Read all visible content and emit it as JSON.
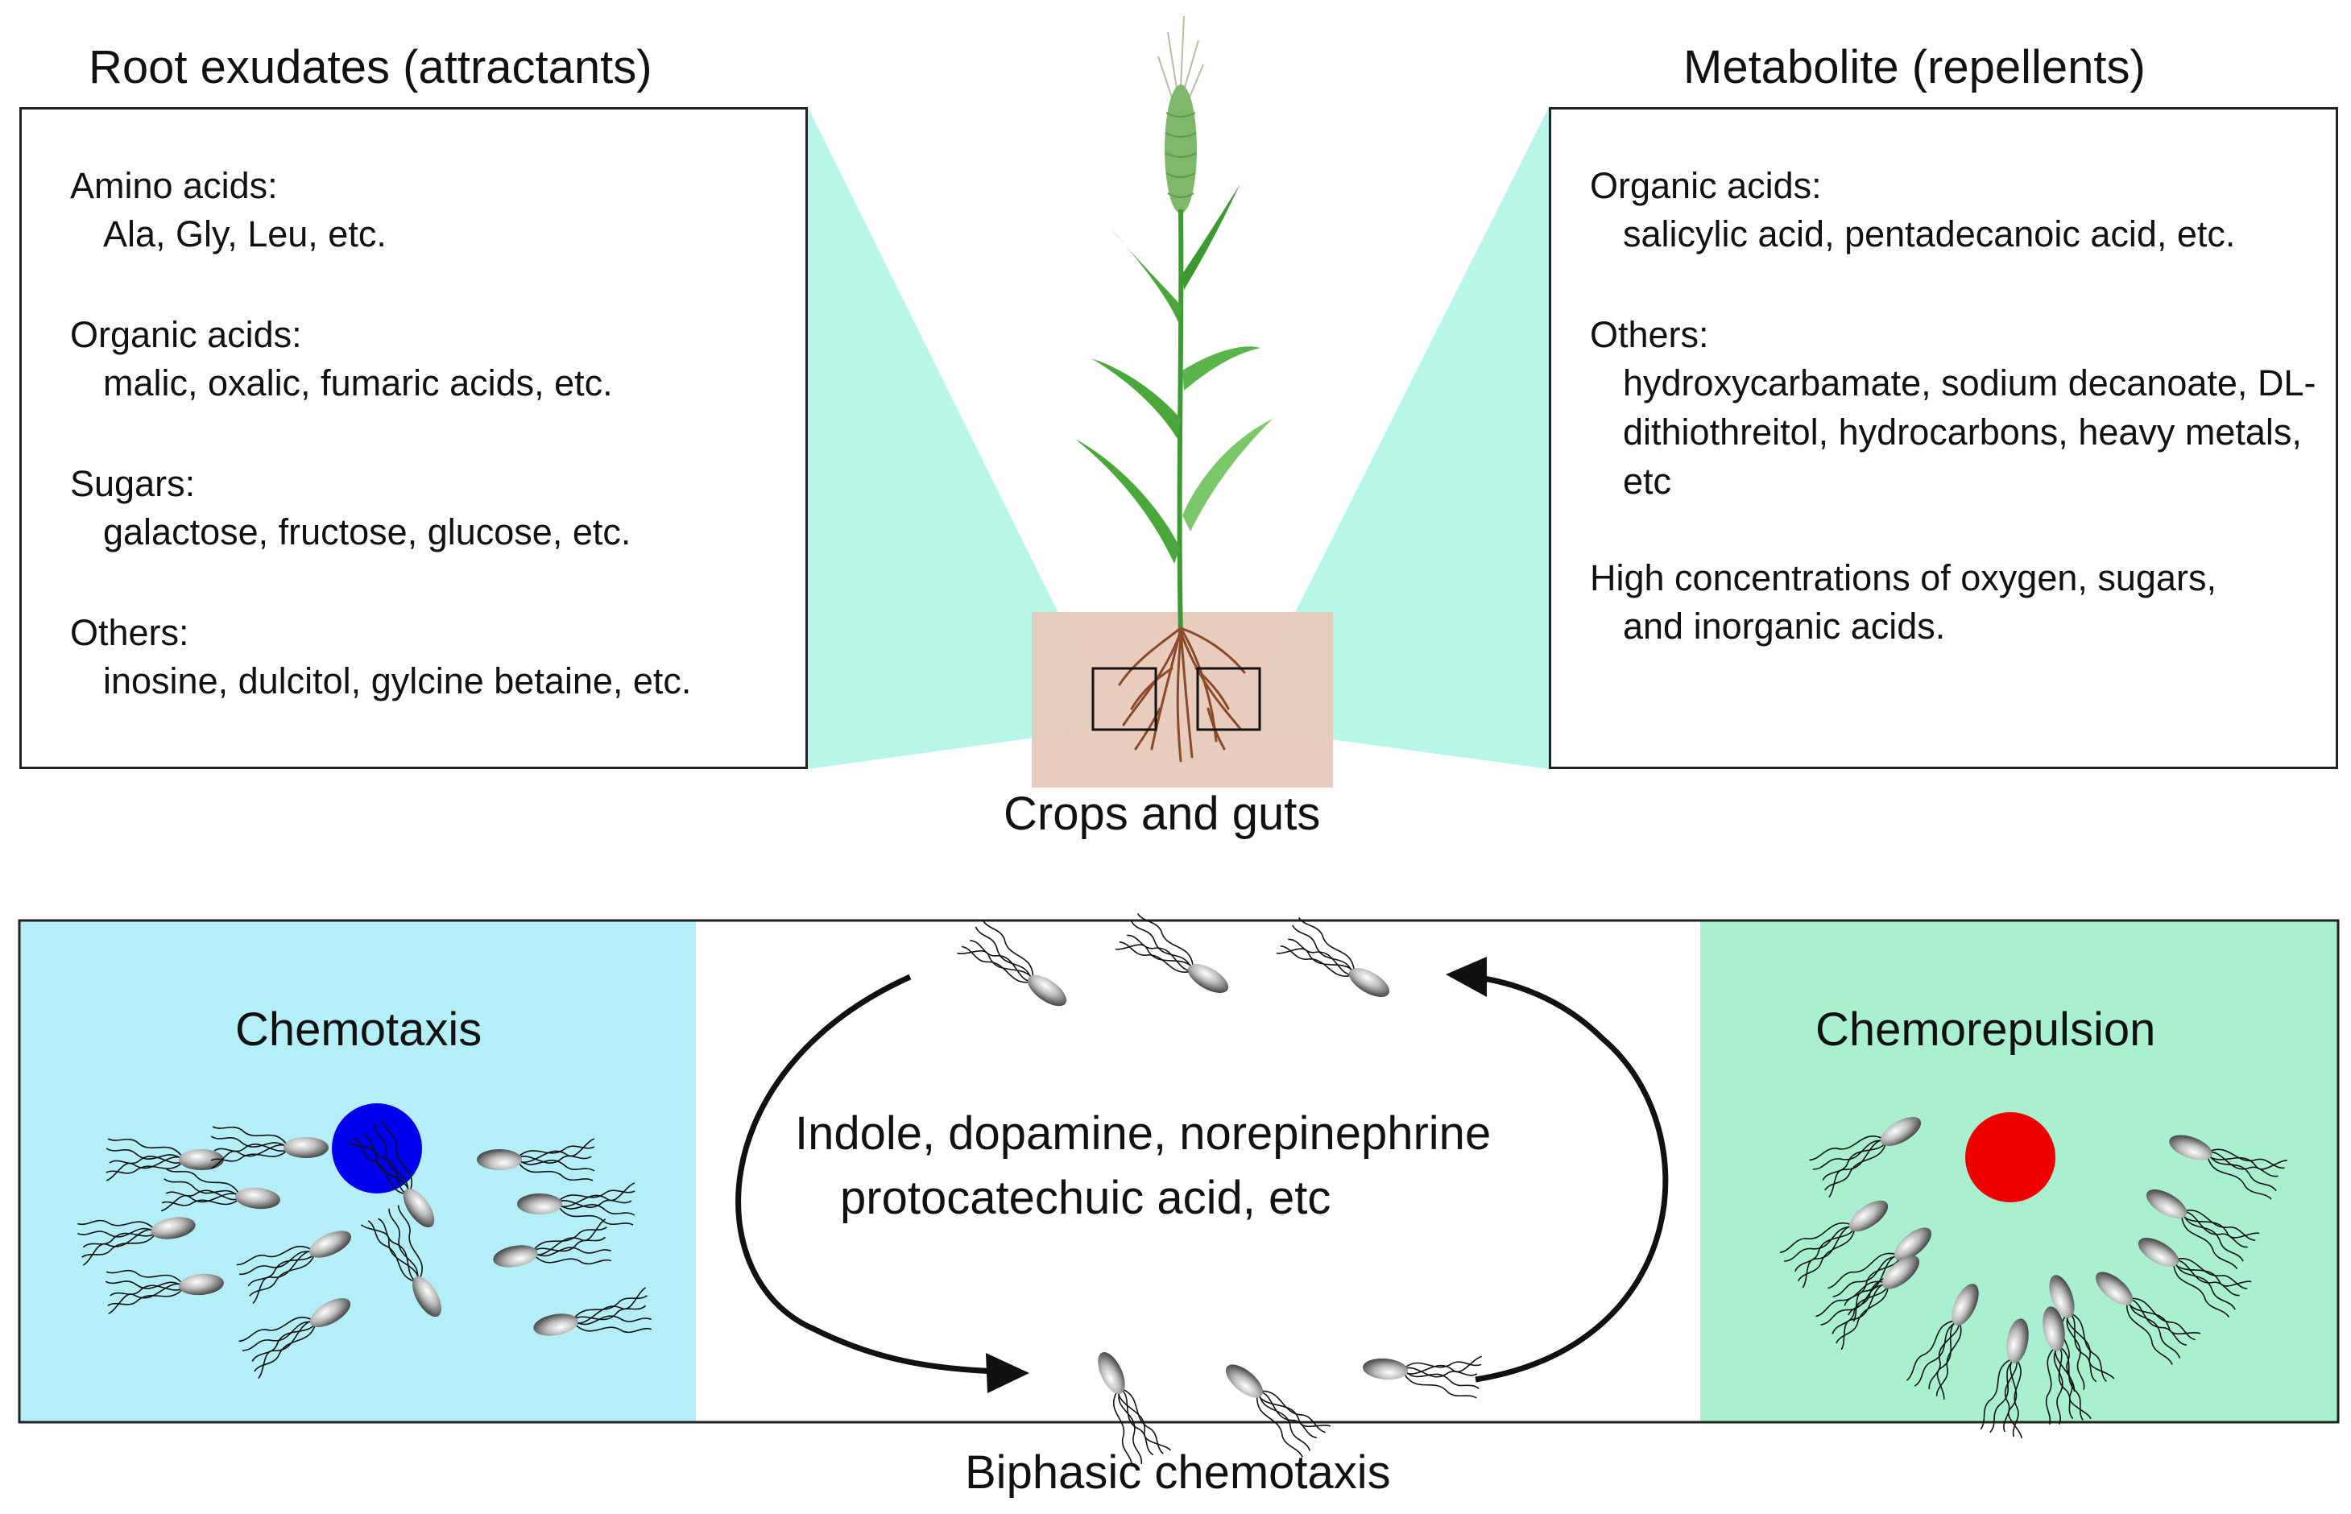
{
  "colors": {
    "cyan_panel": "#b4eef7",
    "mint_panel": "#a8f0d0",
    "funnel": "#b8f7e8",
    "soil": "#e6c9b8",
    "attractant_dot": "#0000ee",
    "repellent_dot": "#ee0000",
    "plant_green": "#4aa83a",
    "root_brown": "#8a4a2a"
  },
  "left_box": {
    "heading": "Root exudates (attractants)",
    "items": [
      {
        "title": "Amino acids:",
        "text": "Ala, Gly, Leu, etc."
      },
      {
        "title": "Organic acids:",
        "text": "malic, oxalic, fumaric acids, etc."
      },
      {
        "title": "Sugars:",
        "text": "galactose, fructose, glucose, etc."
      },
      {
        "title": "Others:",
        "text": "inosine, dulcitol, gylcine betaine, etc."
      }
    ]
  },
  "right_box": {
    "heading": "Metabolite (repellents)",
    "items": [
      {
        "title": "Organic acids:",
        "text": "salicylic acid, pentadecanoic acid, etc."
      },
      {
        "title": "Others:",
        "text": "hydroxycarbamate, sodium decanoate, DL-dithiothreitol, hydrocarbons, heavy metals, etc"
      },
      {
        "title": "High concentrations of oxygen, sugars,",
        "text": "and inorganic acids."
      }
    ]
  },
  "plant": {
    "caption": "Crops and guts",
    "icon": "wheat-plant-icon"
  },
  "bottom": {
    "left_label": "Chemotaxis",
    "right_label": "Chemorepulsion",
    "center_line1": "Indole, dopamine, norepinephrine",
    "center_line2": "protocatechuic acid, etc",
    "caption": "Biphasic chemotaxis"
  }
}
